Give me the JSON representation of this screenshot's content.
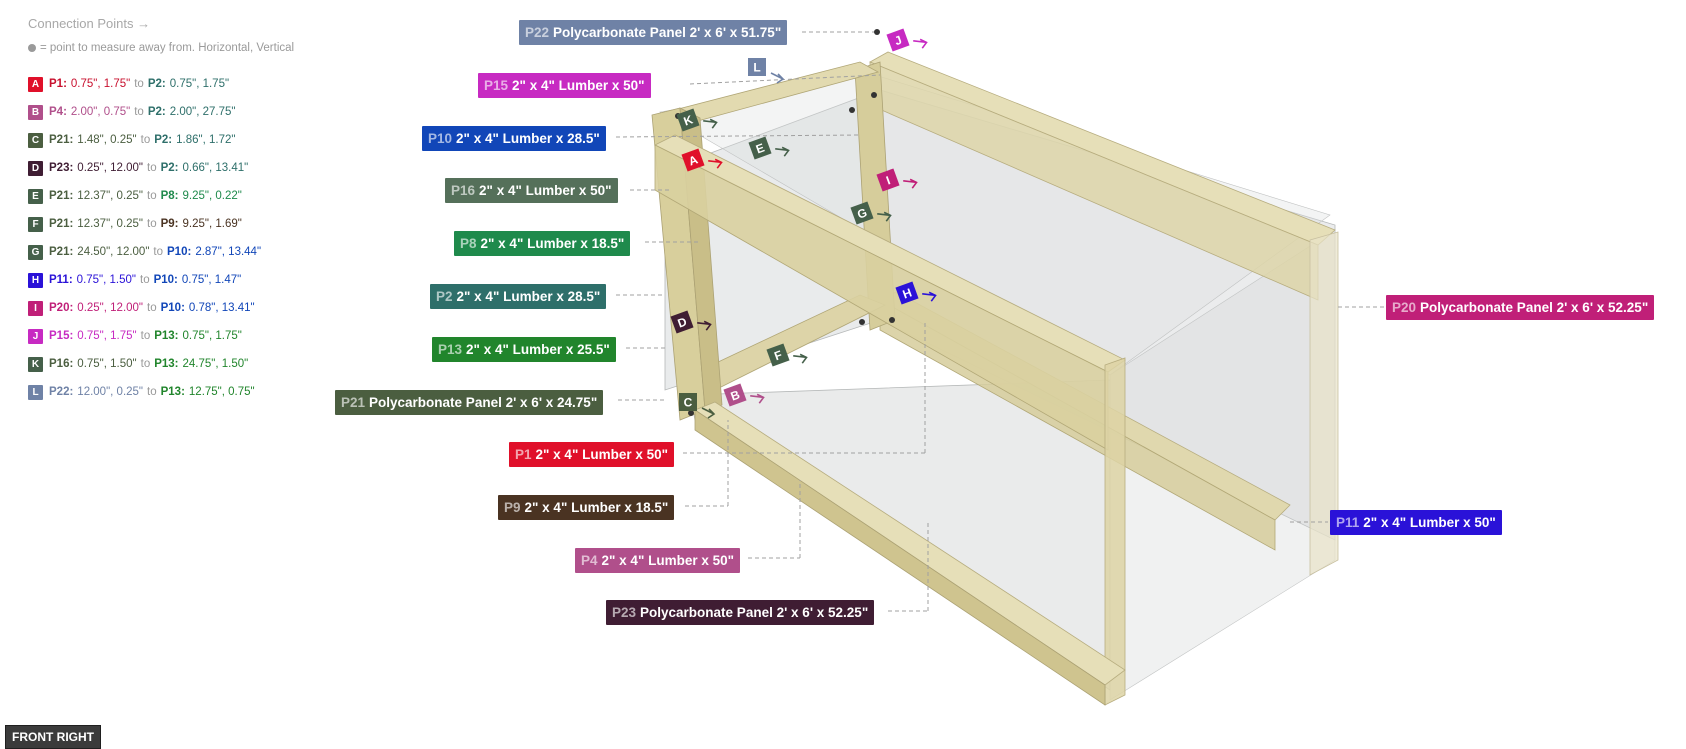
{
  "legend": {
    "title": "Connection Points →",
    "note": "= point to measure away from. Horizontal, Vertical",
    "to_word": "to",
    "rows": [
      {
        "letter": "A",
        "color": "#e0102a",
        "from_part": "P1:",
        "from_val": "0.75\", 1.75\"",
        "to_part": "P2:",
        "to_val": "0.75\", 1.75\"",
        "from_color": "#c8102e",
        "to_color": "#2e6f6a"
      },
      {
        "letter": "B",
        "color": "#b04f8b",
        "from_part": "P4:",
        "from_val": "2.00\", 0.75\"",
        "to_part": "P2:",
        "to_val": "2.00\", 27.75\"",
        "from_color": "#b04f8b",
        "to_color": "#2e6f6a"
      },
      {
        "letter": "C",
        "color": "#4b5e40",
        "from_part": "P21:",
        "from_val": "1.48\", 0.25\"",
        "to_part": "P2:",
        "to_val": "1.86\", 1.72\"",
        "from_color": "#4b5e40",
        "to_color": "#2e6f6a"
      },
      {
        "letter": "D",
        "color": "#3f1d33",
        "from_part": "P23:",
        "from_val": "0.25\", 12.00\"",
        "to_part": "P2:",
        "to_val": "0.66\", 13.41\"",
        "from_color": "#3f1d33",
        "to_color": "#2e6f6a"
      },
      {
        "letter": "E",
        "color": "#45604a",
        "from_part": "P21:",
        "from_val": "12.37\", 0.25\"",
        "to_part": "P8:",
        "to_val": "9.25\", 0.22\"",
        "from_color": "#4b5e40",
        "to_color": "#1f8a4c"
      },
      {
        "letter": "F",
        "color": "#45604a",
        "from_part": "P21:",
        "from_val": "12.37\", 0.25\"",
        "to_part": "P9:",
        "to_val": "9.25\", 1.69\"",
        "from_color": "#4b5e40",
        "to_color": "#4a3322"
      },
      {
        "letter": "G",
        "color": "#45604a",
        "from_part": "P21:",
        "from_val": "24.50\", 12.00\"",
        "to_part": "P10:",
        "to_val": "2.87\", 13.44\"",
        "from_color": "#4b5e40",
        "to_color": "#1146b8"
      },
      {
        "letter": "H",
        "color": "#2a12d8",
        "from_part": "P11:",
        "from_val": "0.75\", 1.50\"",
        "to_part": "P10:",
        "to_val": "0.75\", 1.47\"",
        "from_color": "#2a12d8",
        "to_color": "#1146b8"
      },
      {
        "letter": "I",
        "color": "#c01f78",
        "from_part": "P20:",
        "from_val": "0.25\", 12.00\"",
        "to_part": "P10:",
        "to_val": "0.78\", 13.41\"",
        "from_color": "#c01f78",
        "to_color": "#1146b8"
      },
      {
        "letter": "J",
        "color": "#c72ac2",
        "from_part": "P15:",
        "from_val": "0.75\", 1.75\"",
        "to_part": "P13:",
        "to_val": "0.75\", 1.75\"",
        "from_color": "#c72ac2",
        "to_color": "#21852c"
      },
      {
        "letter": "K",
        "color": "#45604a",
        "from_part": "P16:",
        "from_val": "0.75\", 1.50\"",
        "to_part": "P13:",
        "to_val": "24.75\", 1.50\"",
        "from_color": "#4b5e40",
        "to_color": "#21852c"
      },
      {
        "letter": "L",
        "color": "#6f82a6",
        "from_part": "P22:",
        "from_val": "12.00\", 0.25\"",
        "to_part": "P13:",
        "to_val": "12.75\", 0.75\"",
        "from_color": "#6f82a6",
        "to_color": "#21852c"
      }
    ]
  },
  "parts": [
    {
      "id": "P22",
      "name": "Polycarbonate Panel 2' x 6'  x 51.75\"",
      "color": "#6f82a6"
    },
    {
      "id": "P15",
      "name": "2\" x 4\" Lumber  x 50\"",
      "color": "#c72ac2"
    },
    {
      "id": "P10",
      "name": "2\" x 4\" Lumber  x 28.5\"",
      "color": "#1146b8"
    },
    {
      "id": "P16",
      "name": "2\" x 4\" Lumber  x 50\"",
      "color": "#55705a"
    },
    {
      "id": "P8",
      "name": "2\" x 4\" Lumber  x 18.5\"",
      "color": "#1f8a4c"
    },
    {
      "id": "P2",
      "name": "2\" x 4\" Lumber  x 28.5\"",
      "color": "#2e6f6a"
    },
    {
      "id": "P13",
      "name": "2\" x 4\" Lumber  x 25.5\"",
      "color": "#21852c"
    },
    {
      "id": "P21",
      "name": "Polycarbonate Panel 2' x 6'  x 24.75\"",
      "color": "#4b5e40"
    },
    {
      "id": "P1",
      "name": "2\" x 4\" Lumber  x 50\"",
      "color": "#e0102a"
    },
    {
      "id": "P9",
      "name": "2\" x 4\" Lumber  x 18.5\"",
      "color": "#4a3322"
    },
    {
      "id": "P4",
      "name": "2\" x 4\" Lumber  x 50\"",
      "color": "#b04f8b"
    },
    {
      "id": "P23",
      "name": "Polycarbonate Panel 2' x 6'  x 52.25\"",
      "color": "#3f1d33"
    },
    {
      "id": "P20",
      "name": "Polycarbonate Panel 2' x 6'  x 52.25\"",
      "color": "#c01f78"
    },
    {
      "id": "P11",
      "name": "2\" x 4\" Lumber  x 50\"",
      "color": "#2a12d8"
    }
  ],
  "markers": [
    {
      "letter": "A",
      "color": "#e0102a"
    },
    {
      "letter": "B",
      "color": "#b04f8b"
    },
    {
      "letter": "C",
      "color": "#4b5e40"
    },
    {
      "letter": "D",
      "color": "#3f1d33"
    },
    {
      "letter": "E",
      "color": "#45604a"
    },
    {
      "letter": "F",
      "color": "#45604a"
    },
    {
      "letter": "G",
      "color": "#45604a"
    },
    {
      "letter": "H",
      "color": "#2a12d8"
    },
    {
      "letter": "I",
      "color": "#c01f78"
    },
    {
      "letter": "J",
      "color": "#c72ac2"
    },
    {
      "letter": "K",
      "color": "#45604a"
    },
    {
      "letter": "L",
      "color": "#6f82a6"
    }
  ],
  "view_label": "FRONT RIGHT"
}
